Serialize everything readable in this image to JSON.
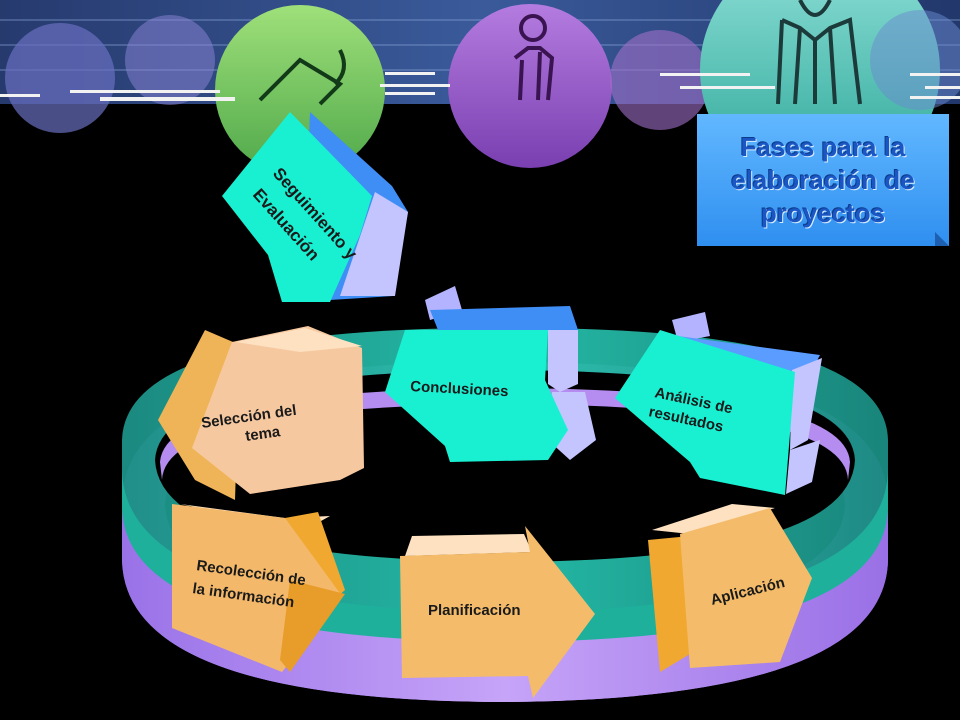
{
  "title": "Fases para la elaboración de proyectos",
  "title_lines": "Fases para la\nelaboración de\nproyectos",
  "phases": {
    "seguimiento": {
      "line1": "Seguimiento y",
      "line2": "Evaluación"
    },
    "seleccion": {
      "line1": "Selección del",
      "line2": "tema"
    },
    "conclusiones": {
      "label": "Conclusiones"
    },
    "analisis": {
      "line1": "Análisis de",
      "line2": "resultados"
    },
    "recoleccion": {
      "line1": "Recolección de",
      "line2": "la información"
    },
    "planificacion": {
      "label": "Planificación"
    },
    "aplicacion": {
      "label": "Aplicación"
    }
  },
  "colors": {
    "teal": "#1fb5a0",
    "cyan": "#19f0d2",
    "lavender": "#b58cf0",
    "peach": "#f5bf6c",
    "blue": "#5a9cff"
  }
}
